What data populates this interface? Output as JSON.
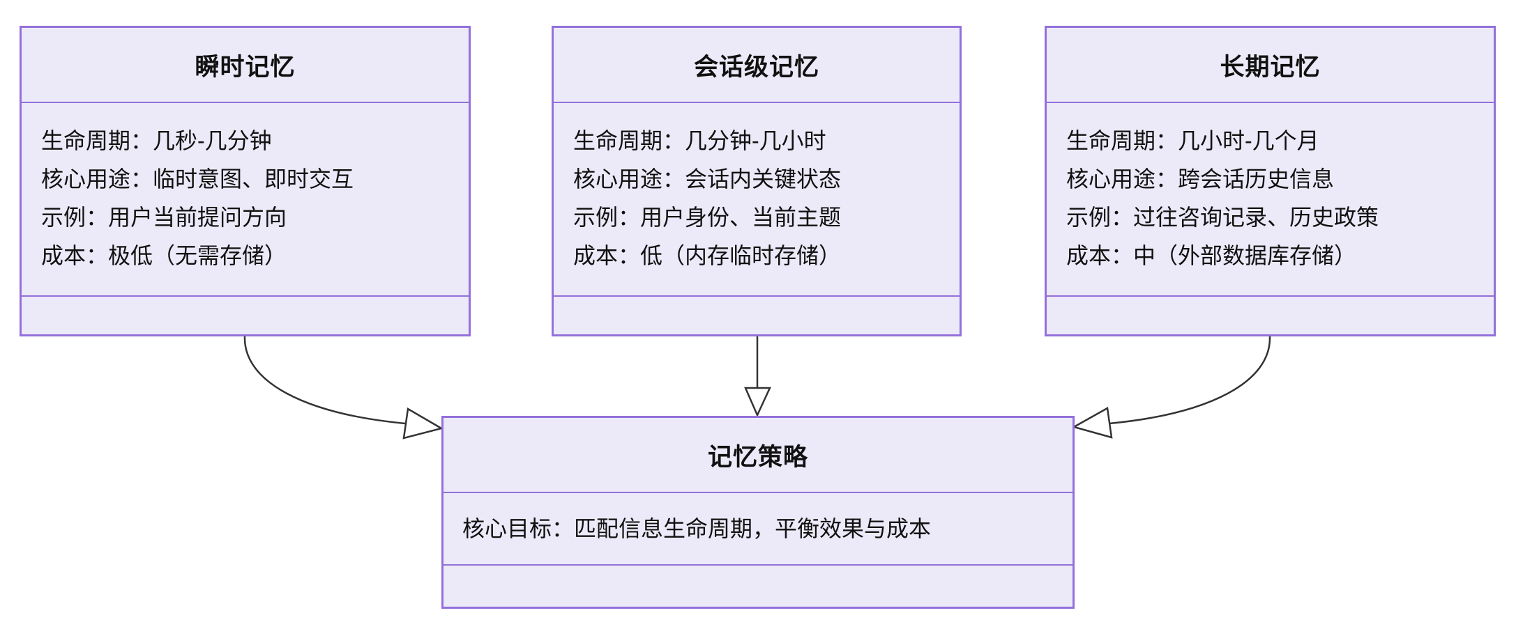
{
  "diagram": {
    "colors": {
      "node_fill": "#eceaf8",
      "node_border": "#9370db",
      "arrow": "#333333",
      "text": "#111111",
      "background": "#ffffff"
    },
    "nodes": [
      {
        "title": "瞬时记忆",
        "lines": [
          "生命周期：几秒-几分钟",
          "核心用途：临时意图、即时交互",
          "示例：用户当前提问方向",
          "成本：极低（无需存储）"
        ]
      },
      {
        "title": "会话级记忆",
        "lines": [
          "生命周期：几分钟-几小时",
          "核心用途：会话内关键状态",
          "示例：用户身份、当前主题",
          "成本：低（内存临时存储）"
        ]
      },
      {
        "title": "长期记忆",
        "lines": [
          "生命周期：几小时-几个月",
          "核心用途：跨会话历史信息",
          "示例：过往咨询记录、历史政策",
          "成本：中（外部数据库存储）"
        ]
      },
      {
        "title": "记忆策略",
        "lines": [
          "核心目标：匹配信息生命周期，平衡效果与成本"
        ]
      }
    ],
    "edges": [
      {
        "from": "瞬时记忆",
        "to": "记忆策略",
        "type": "inheritance"
      },
      {
        "from": "会话级记忆",
        "to": "记忆策略",
        "type": "inheritance"
      },
      {
        "from": "长期记忆",
        "to": "记忆策略",
        "type": "inheritance"
      }
    ]
  }
}
